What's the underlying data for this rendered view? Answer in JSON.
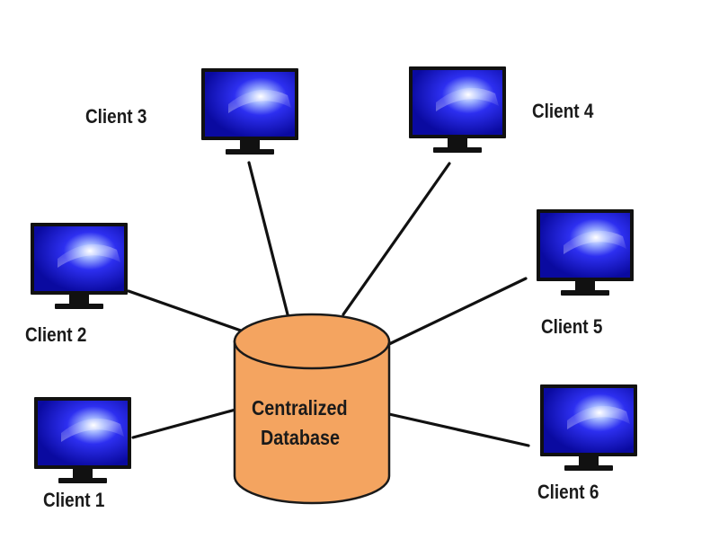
{
  "diagram": {
    "database": {
      "label_line1": "Centralized",
      "label_line2": "Database",
      "fill": "#F4A460",
      "stroke": "#1a1a1a"
    },
    "clients": [
      {
        "id": "client-1",
        "label": "Client 1"
      },
      {
        "id": "client-2",
        "label": "Client 2"
      },
      {
        "id": "client-3",
        "label": "Client 3"
      },
      {
        "id": "client-4",
        "label": "Client 4"
      },
      {
        "id": "client-5",
        "label": "Client 5"
      },
      {
        "id": "client-6",
        "label": "Client 6"
      }
    ],
    "monitor": {
      "icon": "computer-monitor-icon",
      "screen_color": "#1010C8",
      "frame_color": "#111111"
    },
    "connector_color": "#111111"
  }
}
